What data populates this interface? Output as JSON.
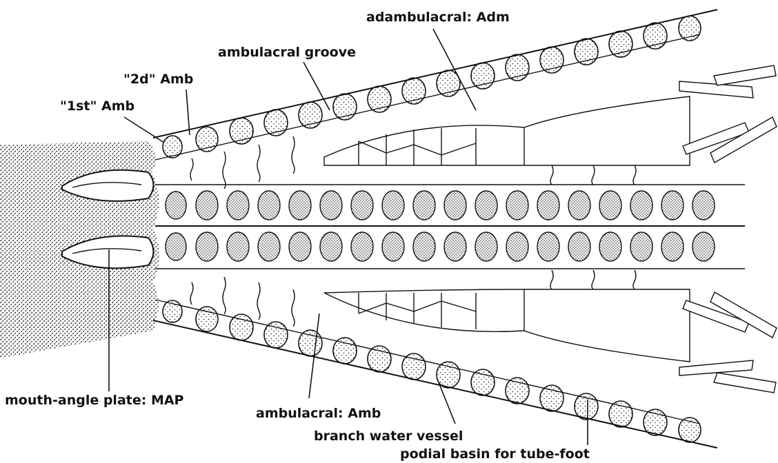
{
  "labels": {
    "adambulacral": "adambulacral: Adm",
    "ambulacral_groove": "ambulacral groove",
    "second_amb": "\"2d\" Amb",
    "first_amb": "\"1st\" Amb",
    "mouth_angle_plate": "mouth-angle plate: MAP",
    "ambulacral": "ambulacral: Amb",
    "branch_water_vessel": "branch water vessel",
    "podial_basin": "podial basin for tube-foot"
  },
  "colors": {
    "ink": "#111111",
    "background": "#ffffff"
  }
}
